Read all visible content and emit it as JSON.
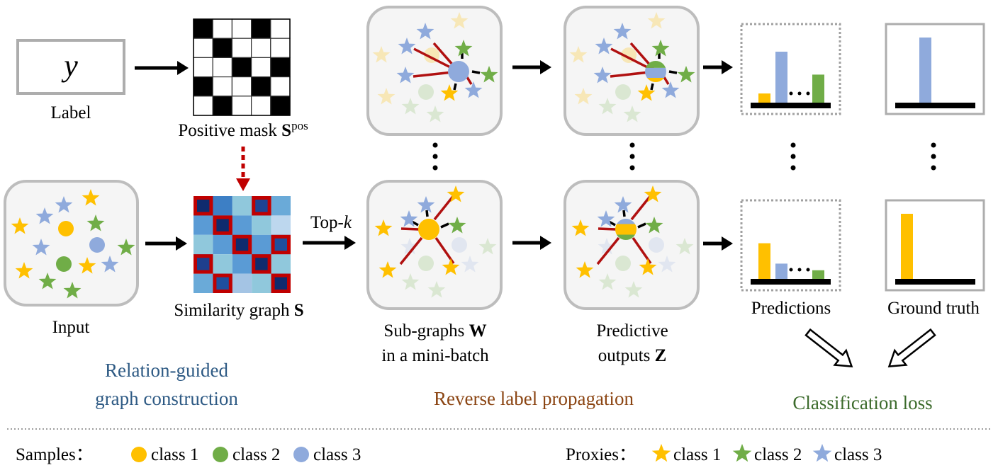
{
  "colors": {
    "class1": "#FFC000",
    "class2": "#70AD47",
    "class3": "#8FAADC",
    "edge_red": "#B01010",
    "edge_black": "#000000",
    "panel_fill": "#F5F5F5",
    "panel_border": "#BDBDBD",
    "title_blue": "#2E5A84",
    "title_brown": "#8B4513",
    "title_green": "#3C6B2C",
    "mask_arrow": "#C00000",
    "sim_highlight": "#C00000"
  },
  "label_box": {
    "symbol": "y",
    "caption": "Label"
  },
  "positive_mask": {
    "caption": "Positive mask ",
    "caption_bold": "S",
    "caption_sup": "pos",
    "cells": [
      [
        1,
        0,
        0,
        1,
        0
      ],
      [
        0,
        1,
        0,
        0,
        0
      ],
      [
        0,
        0,
        1,
        0,
        1
      ],
      [
        1,
        0,
        0,
        1,
        0
      ],
      [
        0,
        1,
        0,
        0,
        1
      ]
    ]
  },
  "similarity_graph": {
    "caption": "Similarity graph ",
    "caption_bold": "S",
    "colors": [
      [
        "#0F2B6E",
        "#3D7FC5",
        "#90C8DC",
        "#1E4392",
        "#6AAAD8"
      ],
      [
        "#5A9BD5",
        "#0F2B6E",
        "#5A9BD5",
        "#90C8DC",
        "#BDD7EE"
      ],
      [
        "#90C8DC",
        "#5A9BD5",
        "#0F2B6E",
        "#5A9BD5",
        "#1E4F9E"
      ],
      [
        "#1E3F8E",
        "#90C8DC",
        "#5A9BD5",
        "#0F2B6E",
        "#90C8DC"
      ],
      [
        "#6AAAD8",
        "#1E4F9E",
        "#A4C4E4",
        "#90C8DC",
        "#0F2B6E"
      ]
    ],
    "highlighted": [
      [
        1,
        0,
        0,
        1,
        0
      ],
      [
        0,
        1,
        0,
        0,
        0
      ],
      [
        0,
        0,
        1,
        0,
        1
      ],
      [
        1,
        0,
        0,
        1,
        0
      ],
      [
        0,
        1,
        0,
        0,
        1
      ]
    ]
  },
  "input": {
    "caption": "Input"
  },
  "topk": {
    "prefix": "Top-",
    "k": "k"
  },
  "subgraphs": {
    "caption_line1": "Sub-graphs ",
    "caption_bold": "W",
    "caption_line2": "in a mini-batch"
  },
  "predictive": {
    "caption_line1": "Predictive",
    "caption_line2": "outputs ",
    "caption_bold": "Z"
  },
  "predictions": {
    "caption": "Predictions",
    "top_bars": [
      0.18,
      1.0,
      0.55
    ],
    "bottom_bars": [
      0.7,
      0.3,
      0.17
    ],
    "ellipsis": "• • •"
  },
  "ground_truth": {
    "caption": "Ground truth",
    "top_class": "class3",
    "bottom_class": "class1"
  },
  "sections": {
    "relation_line1": "Relation-guided",
    "relation_line2": "graph construction",
    "reverse": "Reverse label propagation",
    "classification": "Classification loss"
  },
  "legend": {
    "samples_label": "Samples：",
    "proxies_label": "Proxies：",
    "items": [
      "class 1",
      "class 2",
      "class 3"
    ]
  }
}
